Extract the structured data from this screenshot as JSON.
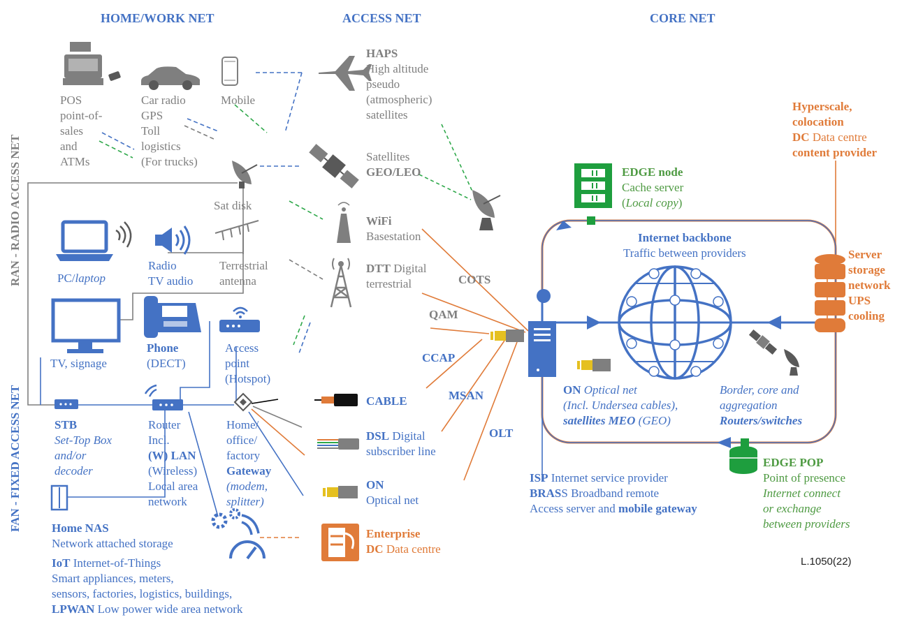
{
  "headers": {
    "home_work": "HOME/WORK NET",
    "access": "ACCESS NET",
    "core": "CORE NET",
    "ran": "RAN - RADIO ACCESS NET",
    "fan": "FAN - FIXED ACCESS NET"
  },
  "home": {
    "pos": [
      "POS",
      "point-of-",
      "sales",
      "and",
      "ATMs"
    ],
    "car": [
      "Car radio",
      "GPS",
      "Toll",
      "logistics",
      "(For trucks)"
    ],
    "mobile": "Mobile",
    "sat_disk": "Sat disk",
    "pc": {
      "a": "PC/",
      "b": "laptop"
    },
    "radio": [
      "Radio",
      "TV audio"
    ],
    "terrestrial": [
      "Terrestrial",
      "antenna"
    ],
    "tv": "TV, signage",
    "phone": {
      "a": "Phone",
      "b": "(DECT)"
    },
    "access_point": [
      "Access",
      "point",
      "(Hotspot)"
    ],
    "stb": {
      "a": "STB",
      "b": "Set-Top Box",
      "c": "and/or",
      "d": "decoder"
    },
    "router": {
      "a": "Router",
      "b": "Incl.",
      "c": "(W) LAN",
      "d": "(Wireless)",
      "e": "Local area",
      "f": "network"
    },
    "gateway": {
      "a": "Home/",
      "b": "office/",
      "c": "factory",
      "d": "Gateway",
      "e": "(modem,",
      "f": "splitter)"
    },
    "nas": {
      "a": "Home NAS",
      "b": "Network attached storage"
    },
    "iot": {
      "a": "IoT",
      "b": " Internet-of-Things",
      "c": "Smart appliances, meters,",
      "d": "sensors, factories, logistics, buildings,",
      "e": "LPWAN",
      "f": " Low power wide area network"
    }
  },
  "access": {
    "haps": {
      "a": "HAPS",
      "b": "High altitude",
      "c": "pseudo",
      "d": "(atmospheric)",
      "e": "satellites"
    },
    "satellites": {
      "a": "Satellites",
      "b": "GEO/LEO"
    },
    "wifi": {
      "a": "WiFi",
      "b": "Basestation"
    },
    "dtt": {
      "a": "DTT",
      "b": " Digital",
      "c": "terrestrial"
    },
    "cots": "COTS",
    "qam": "QAM",
    "ccap": "CCAP",
    "msan": "MSAN",
    "olt": "OLT",
    "cable": "CABLE",
    "dsl": {
      "a": "DSL",
      "b": " Digital",
      "c": "subscriber line"
    },
    "on": {
      "a": "ON",
      "b": "Optical net"
    },
    "enterprise": {
      "a": "Enterprise",
      "b": "DC",
      "c": " Data centre"
    }
  },
  "core": {
    "hyperscale": {
      "a": "Hyperscale,",
      "b": "colocation",
      "c": "DC",
      "d": " Data centre",
      "e": "content provider"
    },
    "edge_node": {
      "a": "EDGE node",
      "b": "Cache server",
      "c": "Local copy"
    },
    "backbone": {
      "a": "Internet backbone",
      "b": "Traffic between providers"
    },
    "server": [
      "Server",
      "storage",
      "network",
      "UPS",
      "cooling"
    ],
    "optical": {
      "a": "ON",
      "b": " Optical net",
      "c": "(Incl. Undersea cables),",
      "d": "satellites MEO",
      "e": " (GEO)"
    },
    "border": {
      "a": "Border",
      "b": ", core and",
      "c": "aggregation",
      "d": "Routers/switches"
    },
    "isp": {
      "a": "ISP",
      "b": " Internet service provider",
      "c": "BRAS",
      "d": "S Broadband remote",
      "e": "Access server and ",
      "f": "mobile gateway"
    },
    "edge_pop": {
      "a": "EDGE POP",
      "b": "Point of presence",
      "c": "Internet connect",
      "d": "or exchange",
      "e": "between providers"
    }
  },
  "reference": "L.1050(22)",
  "colors": {
    "blue": "#4472c4",
    "orange": "#e07b39",
    "gray": "#7f7f7f",
    "green": "#1e9e3e",
    "dark_gray": "#595959"
  },
  "icons": [
    "cash-register-icon",
    "car-icon",
    "smartphone-icon",
    "airplane-icon",
    "satellite-icon",
    "satellite-dish-icon",
    "wifi-antenna-icon",
    "radio-tower-icon",
    "laptop-icon",
    "speaker-icon",
    "tv-antenna-icon",
    "monitor-icon",
    "desk-phone-icon",
    "wifi-router-icon",
    "set-top-box-icon",
    "router-icon",
    "gateway-icon",
    "nas-icon",
    "iot-gauge-icon",
    "cable-connector-icon",
    "dsl-connector-icon",
    "fiber-connector-icon",
    "datacenter-icon",
    "server-tower-icon",
    "globe-network-icon",
    "database-icon",
    "edge-server-icon",
    "edge-pop-icon"
  ]
}
